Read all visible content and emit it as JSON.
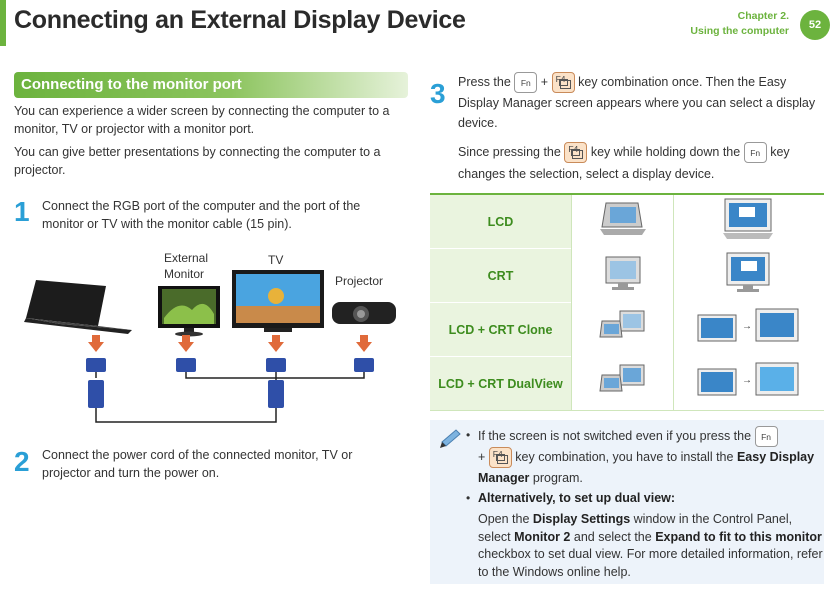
{
  "header": {
    "title": "Connecting an External Display Device",
    "chapter": "Chapter 2.",
    "chapter_sub": "Using the computer",
    "page": "52"
  },
  "section": {
    "heading": "Connecting to the monitor port"
  },
  "intro": {
    "p1": "You can experience a wider screen by connecting the computer to a monitor, TV or projector with a monitor port.",
    "p2": "You can give better presentations by connecting the computer to a projector."
  },
  "step1": {
    "num": "1",
    "text": "Connect the RGB port of the computer and the port of the monitor or TV with the monitor cable (15 pin)."
  },
  "diagram": {
    "label_monitor_1": "External",
    "label_monitor_2": "Monitor",
    "label_tv": "TV",
    "label_projector": "Projector"
  },
  "step2": {
    "num": "2",
    "text": "Connect the power cord of the connected monitor, TV or projector and turn the power on."
  },
  "step3": {
    "num": "3",
    "press": "Press the",
    "plus": "+",
    "combo": "key combination once. Then the Easy Display Manager screen appears where you can select a display device.",
    "since": "Since pressing the",
    "while": "key while holding down the",
    "key_end": "key changes the selection, select a display device."
  },
  "keys": {
    "fn": "Fn",
    "f4": "F4"
  },
  "table": [
    {
      "label": "LCD"
    },
    {
      "label": "CRT"
    },
    {
      "label": "LCD + CRT Clone"
    },
    {
      "label": "LCD + CRT DualView"
    }
  ],
  "note": {
    "b1_start": "If the screen is not switched even if you press the",
    "b1_plus": "+",
    "b1_mid": "key combination, you have to install the",
    "b1_bold": "Easy Display Manager",
    "b1_end": "program.",
    "b2_head": "Alternatively, to set up dual view:",
    "b2_t1": "Open the",
    "b2_b1": "Display Settings",
    "b2_t2": "window in the Control Panel, select",
    "b2_b2": "Monitor 2",
    "b2_t3": "and select the",
    "b2_b3": "Expand to fit to this monitor",
    "b2_t4": "checkbox to set dual view. For more detailed information, refer to the Windows online help."
  },
  "colors": {
    "accent": "#6cb33e",
    "step": "#2a9fd6",
    "table_label": "#3d8c1e"
  }
}
